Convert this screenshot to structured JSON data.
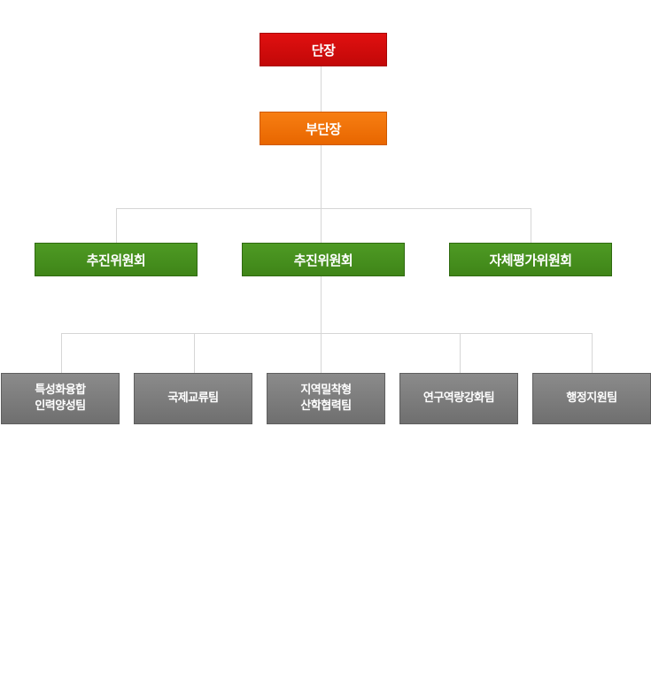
{
  "org_chart": {
    "head": "단장",
    "deputy_head": "부단장",
    "committees": [
      "추진위원회",
      "추진위원회",
      "자체평가위원회"
    ],
    "teams": [
      {
        "line1": "특성화융합",
        "line2": "인력양성팀"
      },
      {
        "line1": "국제교류팀",
        "line2": ""
      },
      {
        "line1": "지역밀착형",
        "line2": "산학협력팀"
      },
      {
        "line1": "연구역량강화팀",
        "line2": ""
      },
      {
        "line1": "행정지원팀",
        "line2": ""
      }
    ]
  },
  "colors": {
    "head": "#d10c0c",
    "deputy_head": "#f07306",
    "committee": "#468f1e",
    "team": "#7c7c7c",
    "connector": "#d6d6d6"
  }
}
